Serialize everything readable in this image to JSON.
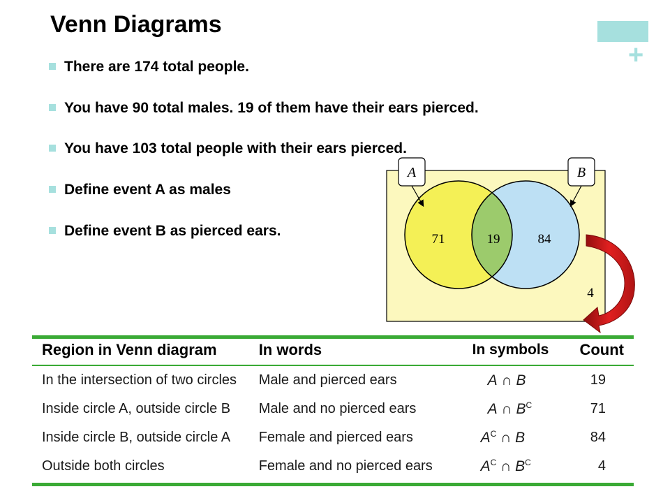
{
  "slide": {
    "title": "Venn Diagrams",
    "plus_symbol": "+"
  },
  "bullets": [
    "There are 174 total people.",
    "You have 90 total males. 19 of them have their ears pierced.",
    "You have 103 total people with their ears pierced.",
    "Define event A as males",
    "Define event B as pierced ears."
  ],
  "venn": {
    "label_a": "A",
    "label_b": "B",
    "only_a": "71",
    "intersection": "19",
    "only_b": "84",
    "outside": "4",
    "colors": {
      "background": "#fcf8be",
      "circle_a": "#f4f056",
      "circle_b": "#bde0f4",
      "overlap": "#9ccb6c",
      "arrow": "#d81b1b"
    }
  },
  "table": {
    "headers": {
      "region": "Region in Venn diagram",
      "words": "In words",
      "symbols": "In symbols",
      "count": "Count"
    },
    "rows": [
      {
        "region": "In the intersection of two circles",
        "words": "Male and pierced ears",
        "count": "19"
      },
      {
        "region": "Inside circle A, outside circle B",
        "words": "Male and no pierced ears",
        "count": "71"
      },
      {
        "region": "Inside circle B, outside circle A",
        "words": "Female and pierced ears",
        "count": "84"
      },
      {
        "region": "Outside both circles",
        "words": "Female and no pierced ears",
        "count": "4"
      }
    ],
    "symbols": {
      "a": "A",
      "b": "B",
      "intersect": "∩",
      "complement": "C"
    }
  }
}
